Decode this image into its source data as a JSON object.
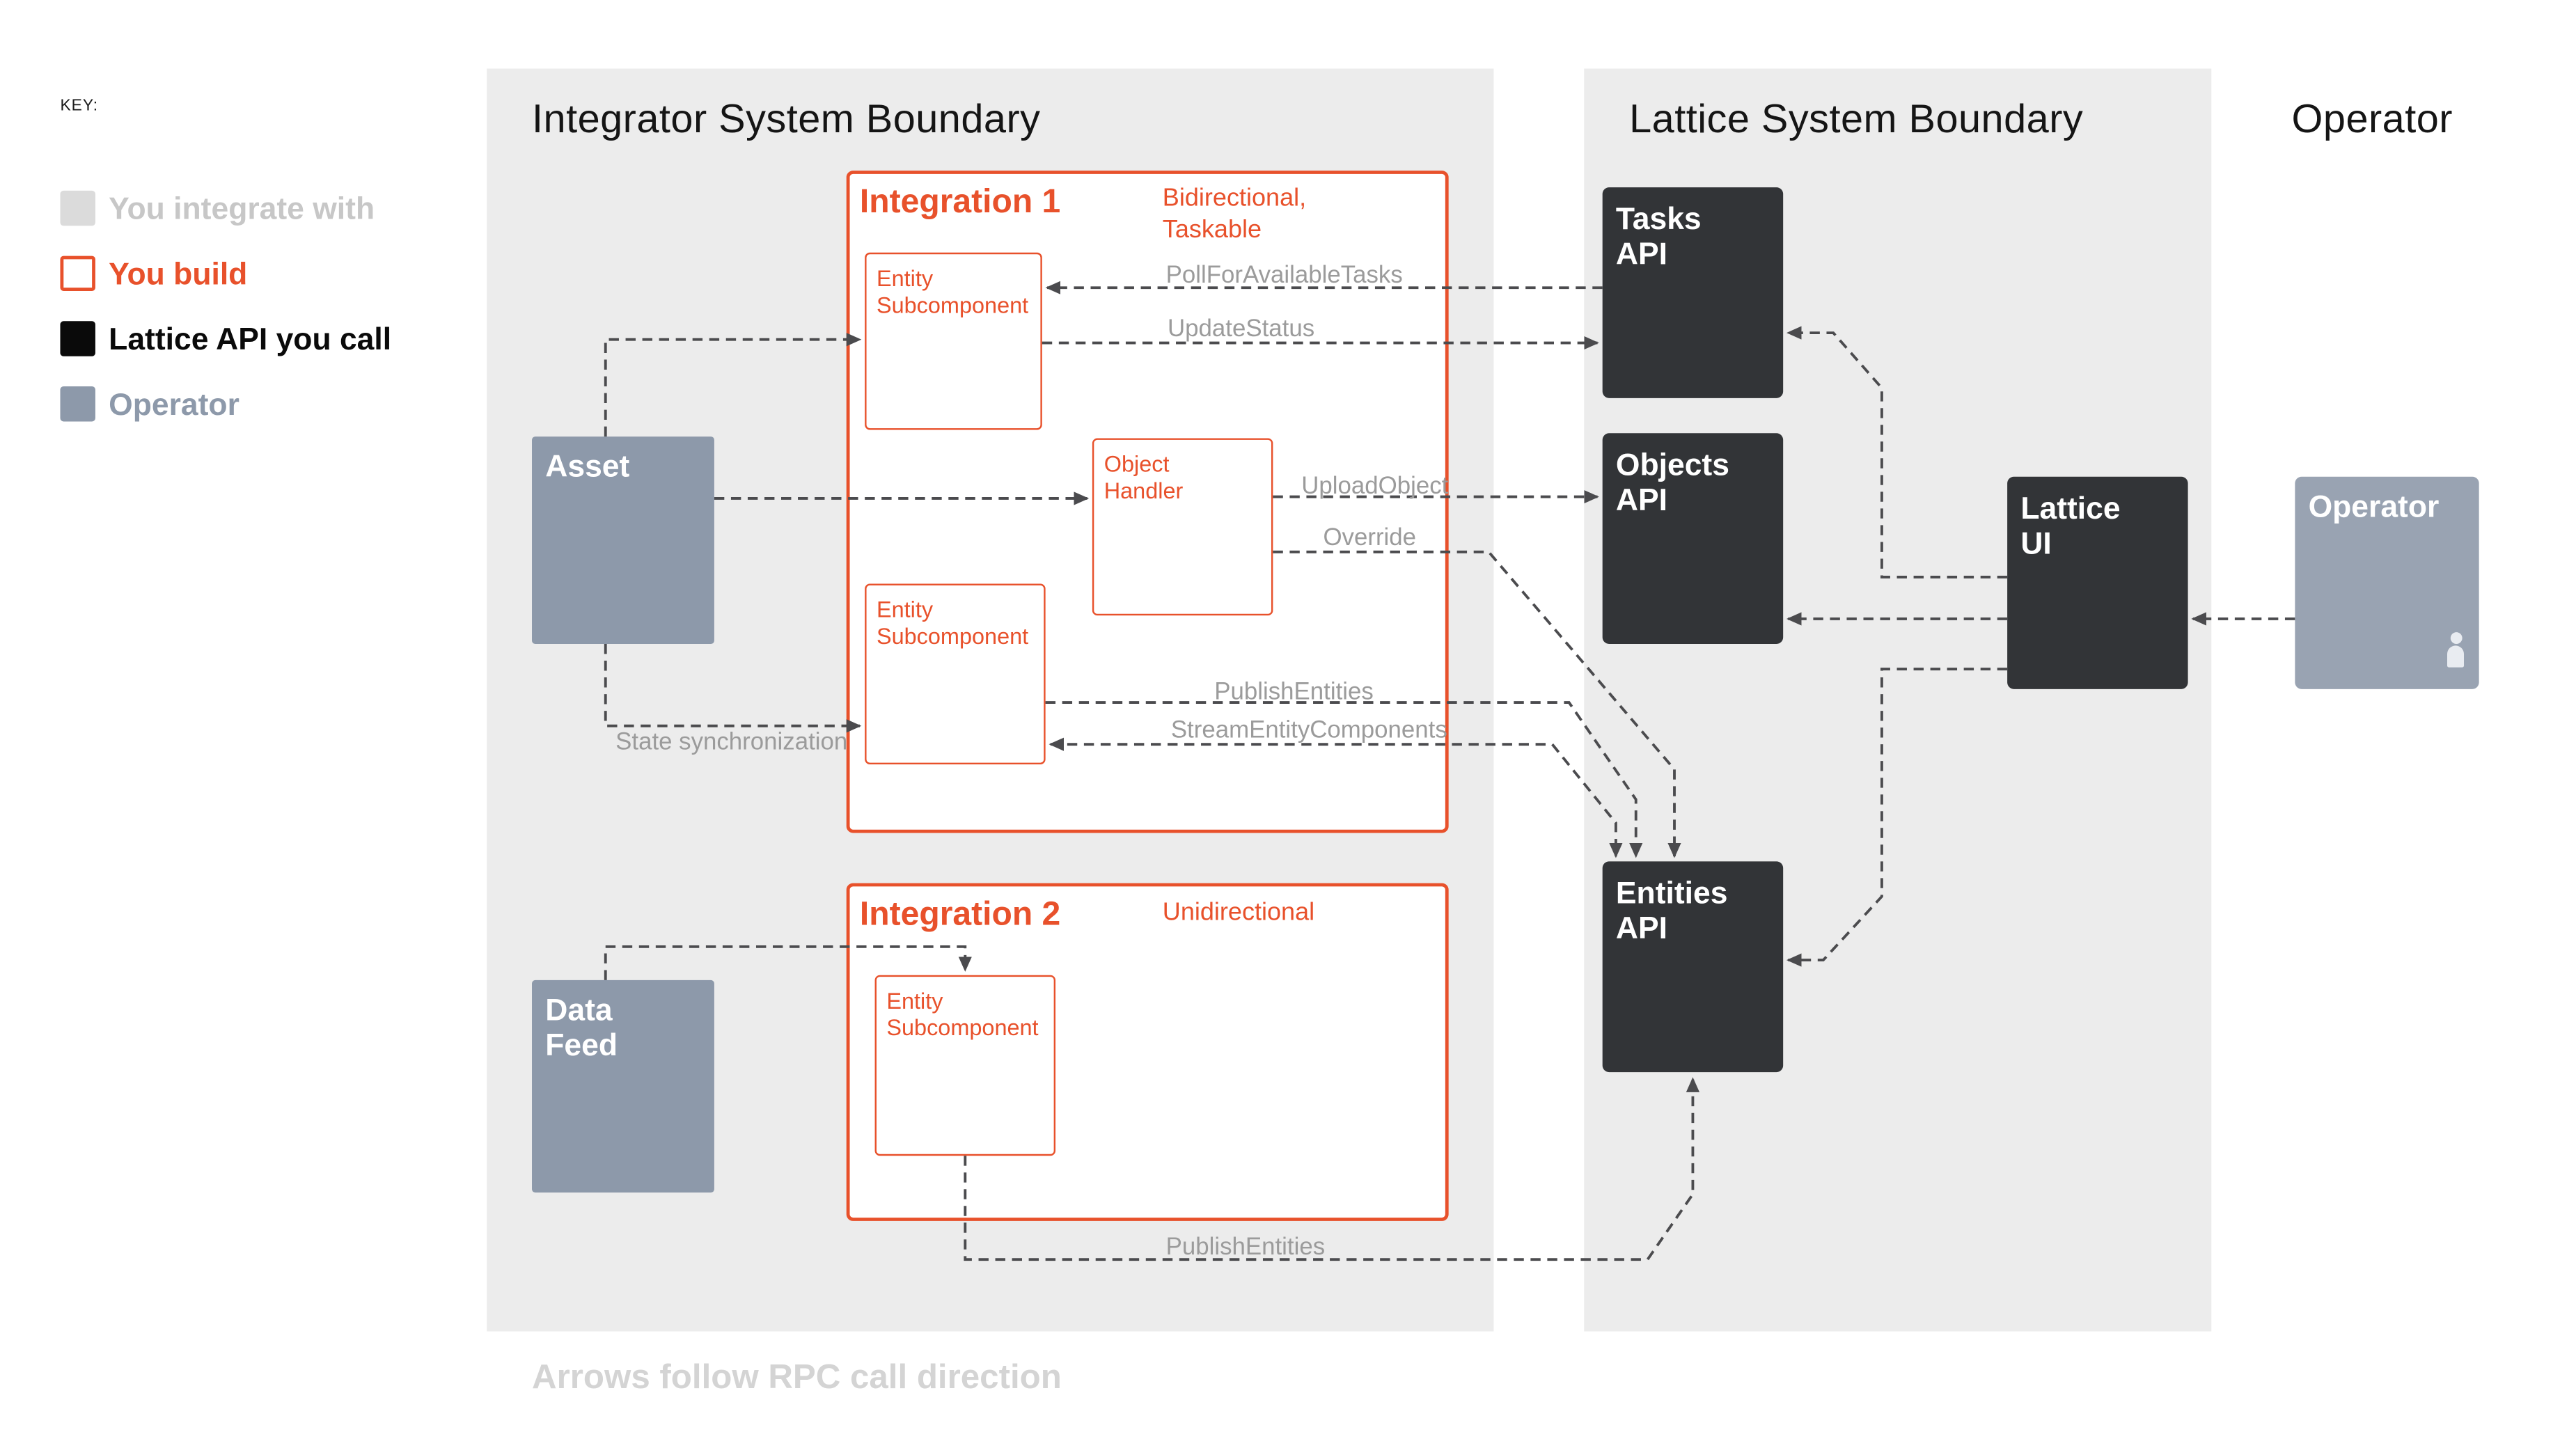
{
  "key": {
    "heading": "KEY:",
    "items": [
      {
        "label": "You integrate with",
        "type": "you-integrate-with"
      },
      {
        "label": "You build",
        "type": "you-build"
      },
      {
        "label": "Lattice API you call",
        "type": "lattice-api-you-call"
      },
      {
        "label": "Operator",
        "type": "operator"
      }
    ]
  },
  "boundaries": {
    "integrator_title": "Integrator System Boundary",
    "lattice_title": "Lattice System Boundary",
    "operator_title": "Operator"
  },
  "integration1": {
    "title": "Integration 1",
    "mode": "Bidirectional,\nTaskable",
    "entity_subcomponent_top": "Entity\nSubcomponent",
    "object_handler": "Object\nHandler",
    "entity_subcomponent_bottom": "Entity\nSubcomponent"
  },
  "integration2": {
    "title": "Integration 2",
    "mode": "Unidirectional",
    "entity_subcomponent": "Entity\nSubcomponent"
  },
  "external": {
    "asset": "Asset",
    "data_feed": "Data\nFeed",
    "operator_box": "Operator"
  },
  "lattice": {
    "tasks_api": "Tasks\nAPI",
    "objects_api": "Objects\nAPI",
    "entities_api": "Entities\nAPI",
    "lattice_ui": "Lattice\nUI"
  },
  "arrow_labels": {
    "poll_for_available_tasks": "PollForAvailableTasks",
    "update_status": "UpdateStatus",
    "upload_object": "UploadObject",
    "override": "Override",
    "publish_entities_top": "PublishEntities",
    "stream_entity_components": "StreamEntityComponents",
    "state_synchronization": "State synchronization",
    "publish_entities_bottom": "PublishEntities"
  },
  "footnote": "Arrows follow RPC call direction",
  "colors": {
    "accent_orange": "#E8512B",
    "boundary_gray": "#ECECEC",
    "api_black": "#323437",
    "asset_blue_gray": "#8D99AA",
    "operator_blue_gray": "#99A3B2",
    "legend_light_gray": "#DBDBDB",
    "legend_gray_text": "#C7C7C7",
    "arrow_line_gray": "#4B4B4E",
    "arrow_label_gray": "#9B9B9B",
    "footnote_gray": "#D4D4D4"
  }
}
